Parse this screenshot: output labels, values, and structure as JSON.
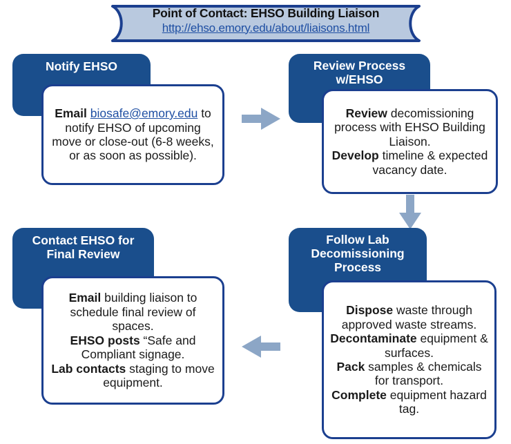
{
  "colors": {
    "header_blue": "#1A4E8C",
    "body_border_blue": "#1B3F8F",
    "banner_fill": "#B9C9DF",
    "banner_border": "#1B3F8F",
    "arrow_blue": "#8CA6C6",
    "link_blue": "#1F4FA3",
    "text_black": "#111111",
    "page_background": "#FFFFFF"
  },
  "banner": {
    "title": "Point of Contact: EHSO Building Liaison",
    "link": "http://ehso.emory.edu/about/liaisons.html"
  },
  "steps": [
    {
      "id": "notify",
      "header": "Notify EHSO",
      "body_lines": [
        {
          "bold": "Email ",
          "link": "biosafe@emory.edu",
          "plain": " to notify EHSO of upcoming move or close-out (6-8 weeks, or as soon as possible)."
        }
      ]
    },
    {
      "id": "review",
      "header": "Review Process w/EHSO",
      "body_lines": [
        {
          "bold": "Review",
          "plain": " decomissioning process with EHSO Building Liaison."
        },
        {
          "bold": "Develop",
          "plain": " timeline & expected vacancy date."
        }
      ]
    },
    {
      "id": "follow",
      "header": "Follow Lab Decomissioning Process",
      "body_lines": [
        {
          "bold": "Dispose",
          "plain": " waste through approved waste streams."
        },
        {
          "bold": "Decontaminate",
          "plain": " equipment & surfaces."
        },
        {
          "bold": "Pack",
          "plain": " samples & chemicals for transport."
        },
        {
          "bold": "Complete",
          "plain": " equipment hazard tag."
        }
      ]
    },
    {
      "id": "contact",
      "header": "Contact EHSO for Final Review",
      "body_lines": [
        {
          "bold": "Email",
          "plain": " building liaison to schedule final review of spaces."
        },
        {
          "bold": "EHSO posts",
          "plain": " “Safe and Compliant signage."
        },
        {
          "bold": "Lab contacts",
          "plain": " staging to move equipment."
        }
      ]
    }
  ],
  "arrows": [
    {
      "name": "arrow-notify-to-review",
      "direction": "right"
    },
    {
      "name": "arrow-review-to-follow",
      "direction": "down"
    },
    {
      "name": "arrow-follow-to-contact",
      "direction": "left"
    }
  ]
}
